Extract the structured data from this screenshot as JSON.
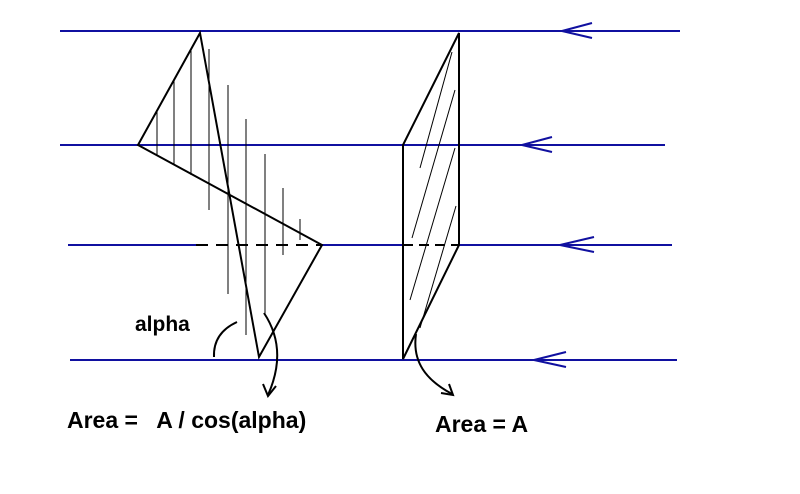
{
  "labels": {
    "alpha": "alpha",
    "area_tilted": "Area =   A / cos(alpha)",
    "area_flat": "Area = A"
  },
  "colors": {
    "field_lines": "#1010a0",
    "outlines": "#000000",
    "background": "#ffffff"
  },
  "field_line_count": 4,
  "field_direction": "right-to-left"
}
